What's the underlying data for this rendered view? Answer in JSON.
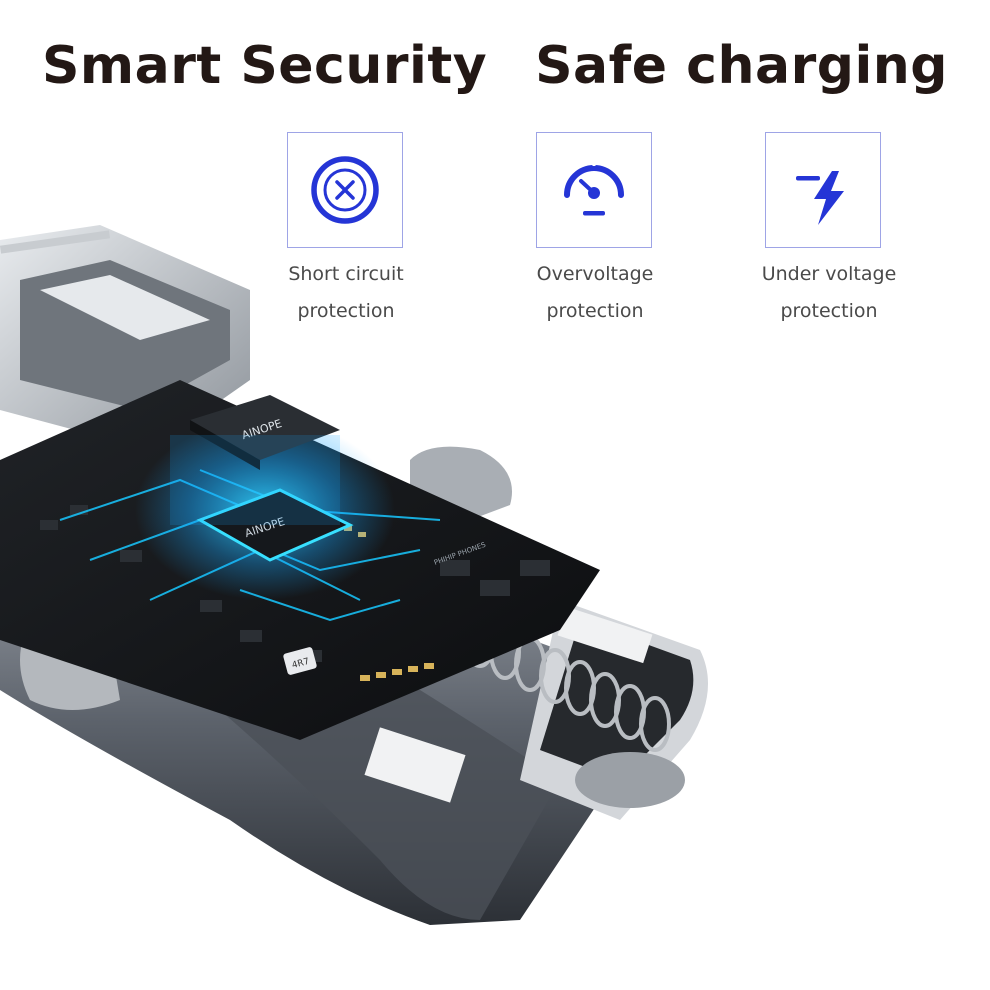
{
  "headline": {
    "left": "Smart Security",
    "right": "Safe charging"
  },
  "features": [
    {
      "icon": "short-circuit-x-icon",
      "line1": "Short circuit",
      "line2": "protection"
    },
    {
      "icon": "gauge-icon",
      "line1": "Overvoltage",
      "line2": "protection"
    },
    {
      "icon": "lightning-bolt-icon",
      "line1": "Under voltage",
      "line2": "protection"
    }
  ],
  "product": {
    "chip_label": "AINOPE",
    "component_label": "4R7",
    "board_text": "PHIHIP PHONES"
  },
  "colors": {
    "icon_blue": "#2535d6",
    "box_border": "#9ea4e6",
    "headline": "#231815",
    "caption": "#4a4a4a",
    "glow": "#18c8ff"
  }
}
